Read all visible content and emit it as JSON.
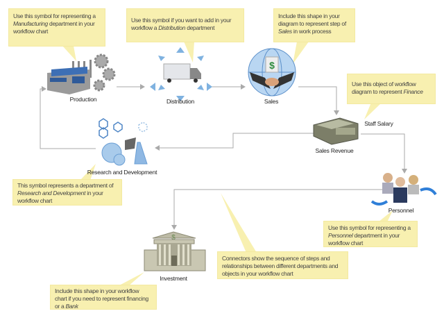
{
  "nodes": {
    "production": "Production",
    "distribution": "Distribution",
    "sales": "Sales",
    "staff_salary": "Staff Salary",
    "sales_revenue": "Sales Revenue",
    "research": "Research and Development",
    "personnel": "Personnel",
    "investment": "Investment"
  },
  "callouts": {
    "manufacturing": {
      "a": "Use this symbol for representing a ",
      "em": "Manufacturing",
      "b": " department in your workflow chart"
    },
    "distribution": {
      "a": "Use this symbol if you want to add in your workflow a ",
      "em": "Distribution",
      "b": " department"
    },
    "sales": {
      "a": "Include this shape in your diagram to represent step of ",
      "em": "Sales",
      "b": " in work process"
    },
    "finance": {
      "a": "Use this object of workflow diagram to represent ",
      "em": "Finance",
      "b": ""
    },
    "research": {
      "a": "This symbol represents a department of ",
      "em": "Research and Development",
      "b": " in your workflow chart"
    },
    "personnel": {
      "a": "Use this symbol for representing a ",
      "em": "Personnel",
      "b": " department in your workflow chart"
    },
    "connectors": {
      "a": "Connectors show the sequence of steps and relationships between different departments and objects in your workflow chart"
    },
    "bank": {
      "a": "Include this shape in your workflow chart if you need to represent financing or a ",
      "em": "Bank",
      "b": ""
    }
  },
  "colors": {
    "callout": "#f8f0b0",
    "connector": "#aaaaaa",
    "accent_blue": "#6fa8dc"
  }
}
